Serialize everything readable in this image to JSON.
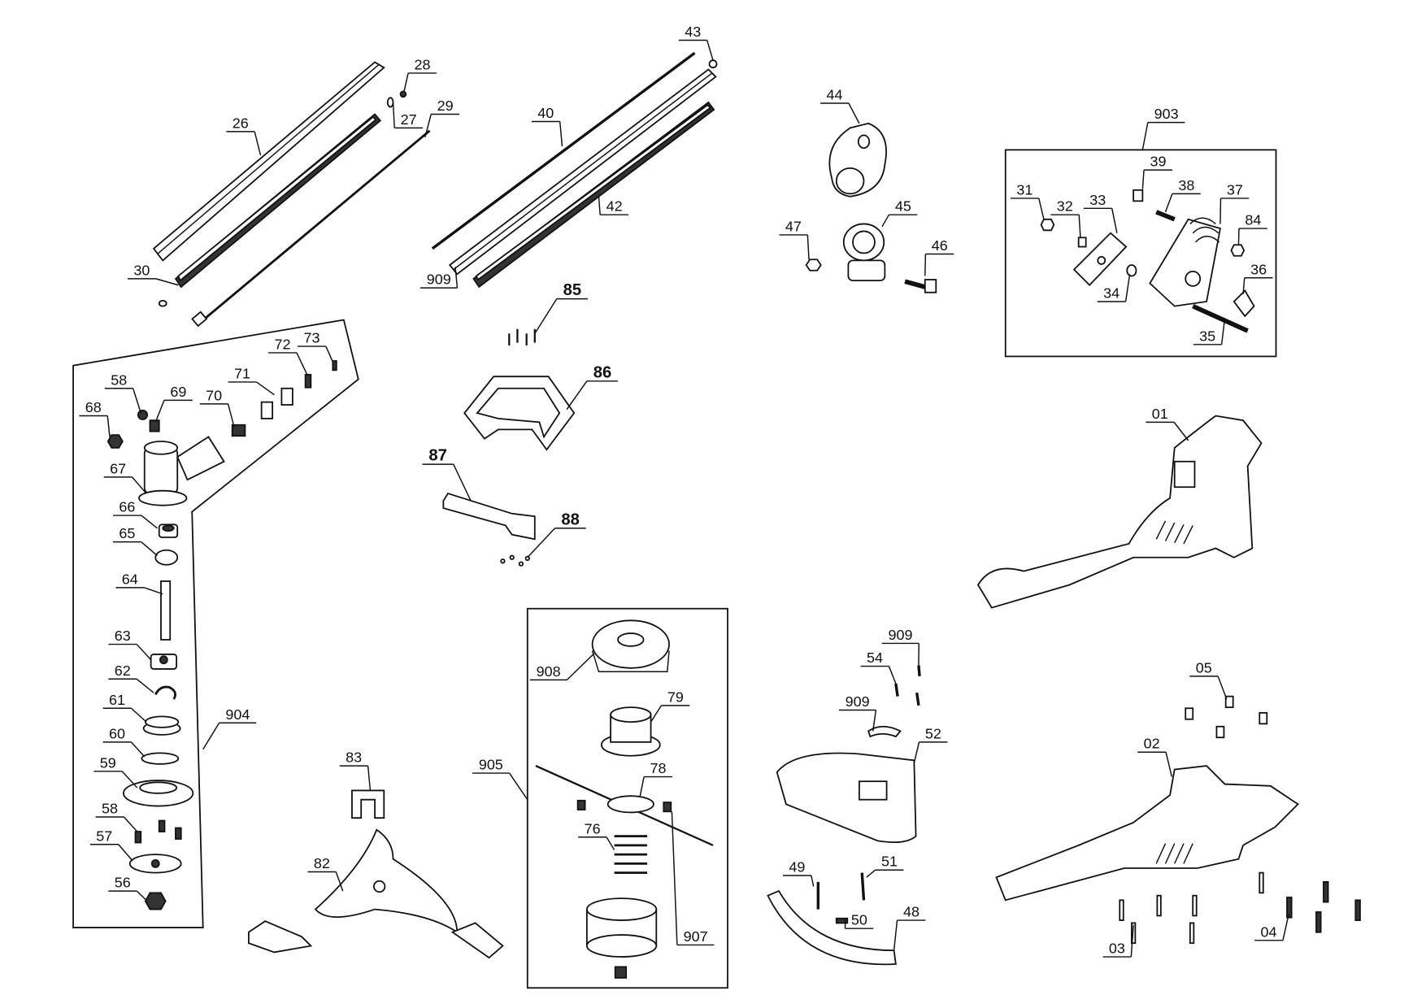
{
  "diagram": {
    "type": "exploded parts diagram",
    "labels": [
      "26",
      "28",
      "27",
      "29",
      "30",
      "43",
      "40",
      "42",
      "909",
      "44",
      "45",
      "47",
      "46",
      "903",
      "31",
      "32",
      "33",
      "39",
      "38",
      "37",
      "84",
      "36",
      "34",
      "35",
      "85",
      "86",
      "87",
      "88",
      "01",
      "68",
      "58",
      "69",
      "70",
      "71",
      "72",
      "73",
      "67",
      "66",
      "65",
      "64",
      "63",
      "62",
      "61",
      "60",
      "59",
      "58",
      "57",
      "56",
      "904",
      "83",
      "82",
      "905",
      "908",
      "79",
      "78",
      "76",
      "907",
      "909",
      "54",
      "909",
      "52",
      "49",
      "51",
      "50",
      "48",
      "05",
      "02",
      "03",
      "04"
    ]
  }
}
